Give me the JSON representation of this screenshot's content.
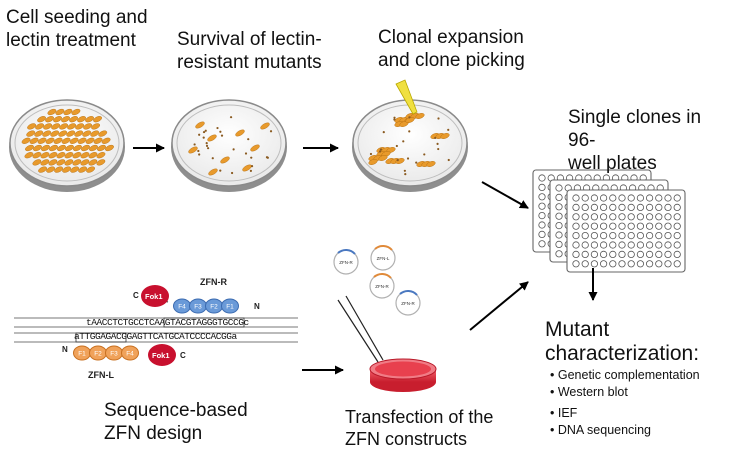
{
  "steps": {
    "seeding": "Cell seeding and\nlectin treatment",
    "survival": "Survival of lectin-\nresistant mutants",
    "clonal": "Clonal expansion\nand clone picking",
    "single_clones": "Single clones in 96-\nwell plates",
    "zfn_design": "Sequence-based\nZFN design",
    "transfection": "Transfection of the\nZFN constructs",
    "characterization": "Mutant\ncharacterization:"
  },
  "characterization_methods": [
    "Genetic complementation",
    "Western blot",
    "IEF",
    "DNA sequencing"
  ],
  "zfn": {
    "right_label": "ZFN-R",
    "left_label": "ZFN-L",
    "fok1": "Fok1",
    "sequence_top": "tAACCTCTGCCTCAAGTACGTAGGGTGCCGc",
    "sequence_bottom": "aTTGGAGACGGAGTTCATGCATCCCCACGGa",
    "finger_labels": [
      "F1",
      "F2",
      "F3",
      "F4"
    ],
    "terminal_n": "N",
    "terminal_c": "C"
  },
  "plasmid_labels": [
    "ZFN-R",
    "ZFN-L",
    "ZFN-R",
    "ZFN-R"
  ],
  "colors": {
    "petri_cells": "#e89a2c",
    "dish_rim": "#888888",
    "fok1": "#c8102e",
    "finger_blue": "#6a9ad8",
    "finger_orange": "#f0a25a",
    "transfection_dish": "#e23a4a",
    "lectin": "#1a2a8a",
    "pipette": "#f0e040"
  }
}
